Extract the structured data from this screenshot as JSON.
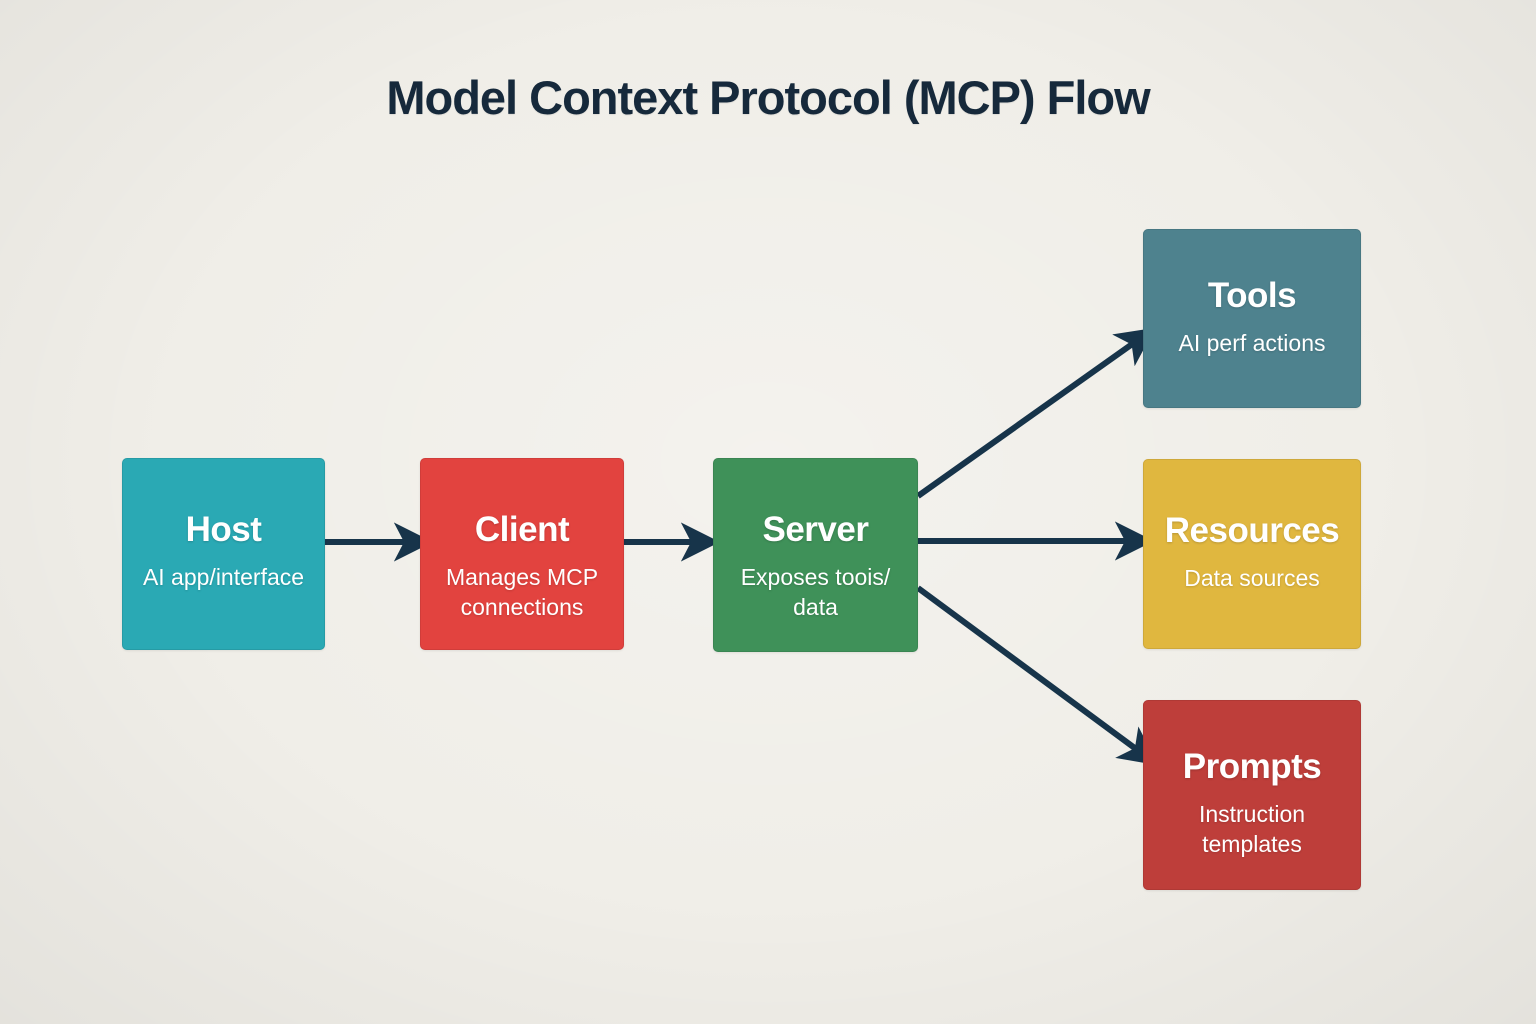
{
  "title": "Model Context Protocol (MCP) Flow",
  "colors": {
    "background": "#f0eee8",
    "title": "#16293b",
    "arrow": "#17344a",
    "node_text": "#ffffff"
  },
  "nodes": [
    {
      "id": "host",
      "label": "Host",
      "sublabel": "AI app/interface",
      "color": "#2aa9b4"
    },
    {
      "id": "client",
      "label": "Client",
      "sublabel": "Manages MCP\nconnections",
      "color": "#e2433f"
    },
    {
      "id": "server",
      "label": "Server",
      "sublabel": "Exposes toois/\ndata",
      "color": "#3f9159"
    },
    {
      "id": "tools",
      "label": "Tools",
      "sublabel": "AI perf actions",
      "color": "#4e828e"
    },
    {
      "id": "resources",
      "label": "Resources",
      "sublabel": "Data sources",
      "color": "#e0b73f"
    },
    {
      "id": "prompts",
      "label": "Prompts",
      "sublabel": "Instruction\ntemplates",
      "color": "#be3e3a"
    }
  ],
  "edges": [
    {
      "from": "Host",
      "to": "Client"
    },
    {
      "from": "Client",
      "to": "Server"
    },
    {
      "from": "Server",
      "to": "Tools"
    },
    {
      "from": "Server",
      "to": "Resources"
    },
    {
      "from": "Server",
      "to": "Prompts"
    }
  ]
}
